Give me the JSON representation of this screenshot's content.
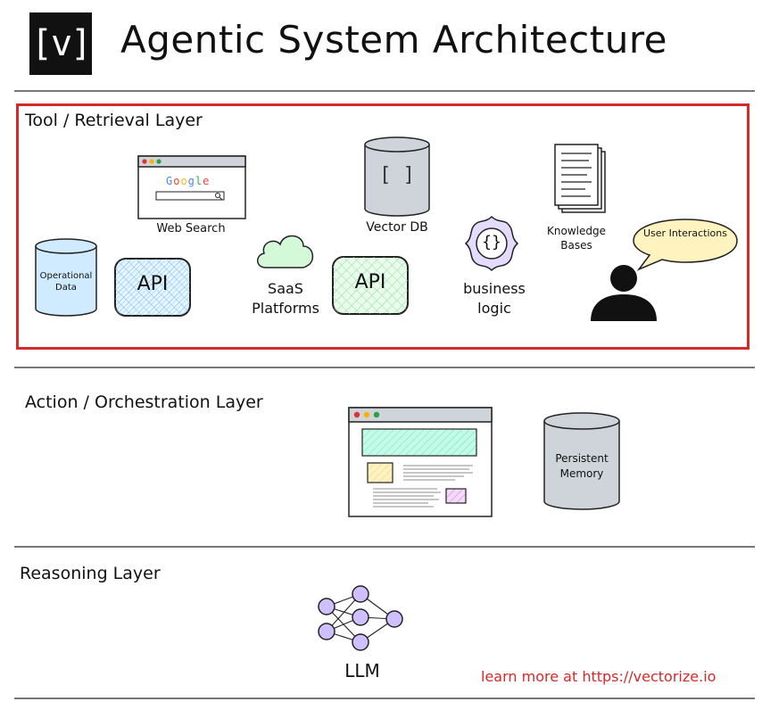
{
  "header": {
    "logo_text": "[v]",
    "title": "Agentic System Architecture"
  },
  "layers": {
    "tool": {
      "label": "Tool / Retrieval Layer",
      "border_color": "#d42a2a",
      "items": {
        "web_search": "Web Search",
        "google": "Google",
        "vector_db": "Vector DB",
        "vector_db_glyph": "[ ]",
        "knowledge_bases": "Knowledge Bases",
        "operational_data": "Operational Data",
        "api_1": "API",
        "saas": "SaaS Platforms",
        "api_2": "API",
        "business_logic": "business logic",
        "business_logic_glyph": "{}",
        "user_interactions": "User Interactions"
      }
    },
    "action": {
      "label": "Action / Orchestration Layer",
      "items": {
        "persistent_memory": "Persistent Memory"
      }
    },
    "reasoning": {
      "label": "Reasoning Layer",
      "items": {
        "llm": "LLM"
      }
    }
  },
  "footer": {
    "link_text": "learn more at https://vectorize.io"
  },
  "colors": {
    "accent_red": "#d42a2a",
    "api_blue": "#a5d8ff",
    "api_green": "#b2f2bb",
    "cloud_green": "#d3f9d8",
    "db_gray": "#ced4da",
    "node_purple": "#d0bfff",
    "speech_yellow": "#fff3bf"
  }
}
